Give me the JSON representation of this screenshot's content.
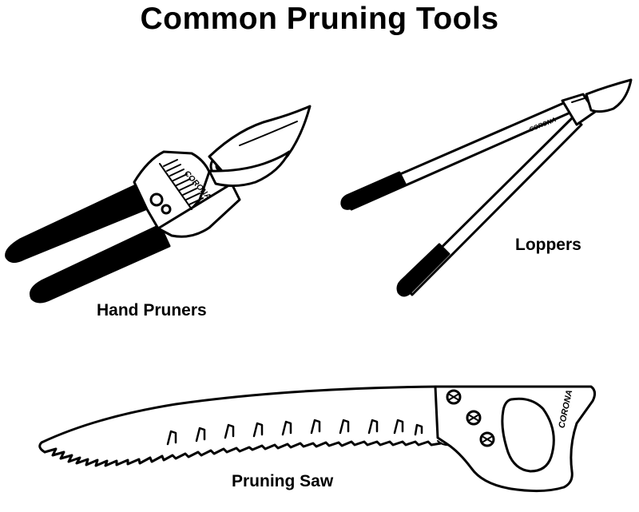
{
  "title": "Common Pruning Tools",
  "tools": [
    {
      "name": "Hand Pruners",
      "brand": "CORONA",
      "icon": "hand-pruners-icon"
    },
    {
      "name": "Loppers",
      "brand": "CORONA",
      "icon": "loppers-icon"
    },
    {
      "name": "Pruning Saw",
      "brand": "CORONA",
      "icon": "pruning-saw-icon"
    }
  ],
  "colors": {
    "ink": "#000000",
    "paper": "#ffffff"
  }
}
